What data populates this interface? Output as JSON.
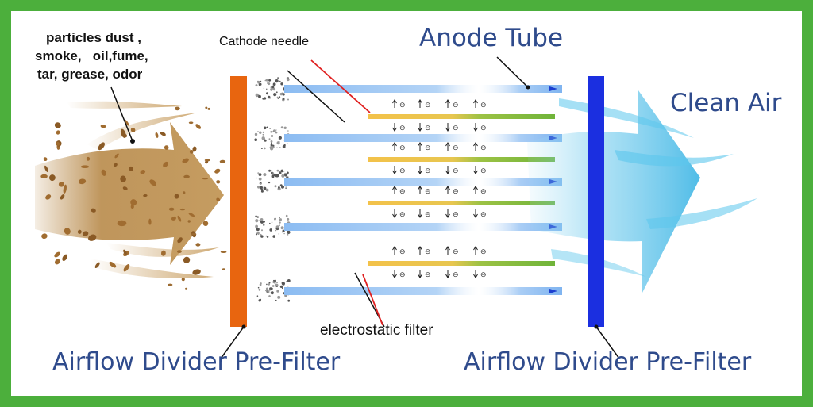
{
  "colors": {
    "frame_border": "#4caf3c",
    "prefilter_left": "#e8650f",
    "prefilter_right": "#1b2fe0",
    "label_blue": "#2f4b8c",
    "dirty_air": "#b88a4a",
    "clean_air": "#5bc6ec",
    "anode_tube": "#7fb4f0",
    "cathode_yellow": "#f3c24a",
    "cathode_green": "#72b83a",
    "pointer_red": "#e02020"
  },
  "icons": [
    "dust-puff-icon",
    "ion-arrow-icon",
    "flow-arrow-icon"
  ],
  "labels": {
    "pollutants_line1": "particles dust ,",
    "pollutants_line2": "smoke,   oil,fume,",
    "pollutants_line3": "tar, grease, odor",
    "cathode_needle": "Cathode needle",
    "anode_tube": "Anode Tube",
    "clean_air": "Clean Air",
    "electrostatic_filter": "electrostatic filter",
    "prefilter_left": "Airflow Divider Pre-Filter",
    "prefilter_right": "Airflow Divider Pre-Filter"
  },
  "ion_symbol": "⊖"
}
